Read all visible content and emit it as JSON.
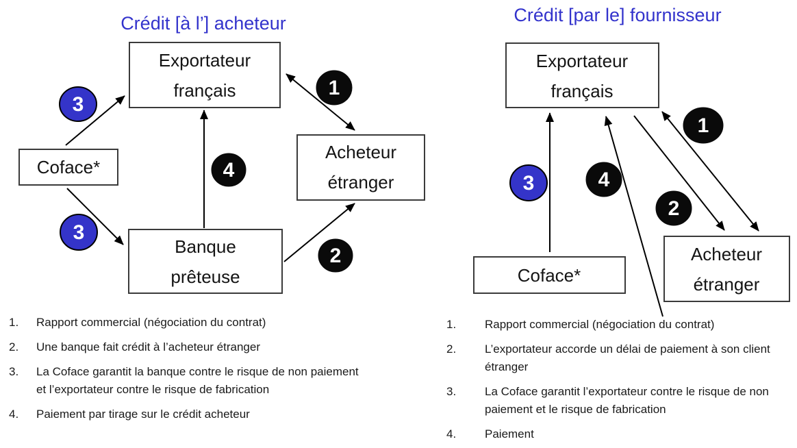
{
  "colors": {
    "title_blue": "#3333cc",
    "badge_blue": "#3434c9",
    "badge_black": "#0a0a0a",
    "box_border": "#3a3a3a",
    "arrow_black": "#000000"
  },
  "left": {
    "title": "Crédit [à l’] acheteur",
    "boxes": {
      "exporter": {
        "line1": "Exportateur",
        "line2": "français"
      },
      "buyer": {
        "line1": "Acheteur",
        "line2": "étranger"
      },
      "coface": {
        "label": "Coface*"
      },
      "bank": {
        "line1": "Banque",
        "line2": "prêteuse"
      }
    },
    "badges": {
      "n1": "1",
      "n2": "2",
      "n3": "3",
      "n4": "4"
    },
    "legend": [
      {
        "num": "1.",
        "lines": [
          "Rapport commercial (négociation du contrat)"
        ]
      },
      {
        "num": "2.",
        "lines": [
          "Une banque fait crédit à l’acheteur étranger"
        ]
      },
      {
        "num": "3.",
        "lines": [
          "La Coface garantit la banque contre le risque de non paiement",
          "et l’exportateur contre le risque de fabrication"
        ]
      },
      {
        "num": "4.",
        "lines": [
          "Paiement par tirage sur le crédit acheteur"
        ]
      }
    ]
  },
  "right": {
    "title": "Crédit [par le] fournisseur",
    "boxes": {
      "exporter": {
        "line1": "Exportateur",
        "line2": "français"
      },
      "coface": {
        "label": "Coface*"
      },
      "buyer": {
        "line1": "Acheteur",
        "line2": "étranger"
      }
    },
    "badges": {
      "n1": "1",
      "n2": "2",
      "n3": "3",
      "n4": "4"
    },
    "legend": [
      {
        "num": "1.",
        "lines": [
          "Rapport commercial (négociation du contrat)"
        ]
      },
      {
        "num": "2.",
        "lines": [
          "L’exportateur accorde un délai de paiement à son client",
          "étranger"
        ]
      },
      {
        "num": "3.",
        "lines": [
          "La Coface garantit l’exportateur contre le risque de non",
          "paiement et le risque de fabrication"
        ]
      },
      {
        "num": "4.",
        "lines": [
          "Paiement"
        ]
      }
    ]
  }
}
